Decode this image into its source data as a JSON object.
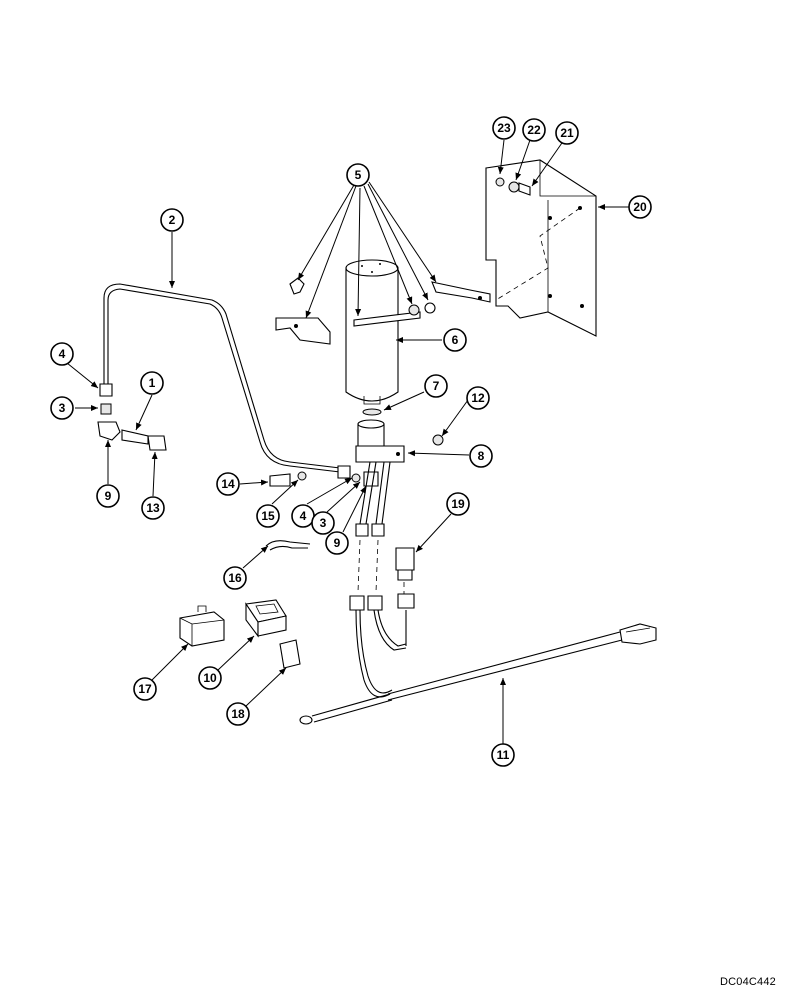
{
  "drawing_code": "DC04C442",
  "callouts": [
    "1",
    "2",
    "3",
    "4",
    "5",
    "6",
    "7",
    "8",
    "9",
    "10",
    "11",
    "12",
    "13",
    "14",
    "15",
    "16",
    "17",
    "18",
    "19",
    "20",
    "21",
    "22",
    "23"
  ],
  "colors": {
    "line": "#000000",
    "background": "#ffffff",
    "shade": "#e6e6e6"
  }
}
